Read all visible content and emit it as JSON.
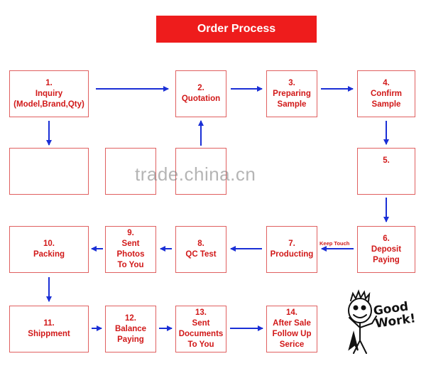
{
  "title": "Order Process",
  "steps": {
    "s1": "1.\nInquiry\n(Model,Brand,Qty)",
    "s2": "2.\nQuotation",
    "s3": "3.\nPreparing\nSample",
    "s4": "4.\nConfirm\nSample",
    "s5": "5.",
    "s6": "6.\nDeposit\nPaying",
    "s7": "7.\nProducting",
    "s8": "8.\nQC Test",
    "s9": "9.\nSent\nPhotos\nTo You",
    "s10": "10.\nPacking",
    "s11": "11.\nShippment",
    "s12": "12.\nBalance\nPaying",
    "s13": "13.\nSent\nDocuments\nTo You",
    "s14": "14.\nAfter Sale\nFollow Up\nSerice"
  },
  "keep_touch": "Keep Touch",
  "watermark": "trade.china.cn",
  "good_work": "Good\nWork!",
  "colors": {
    "title_bg": "#ee1c1c",
    "step_text": "#d11818",
    "step_border": "#e06060",
    "arrow": "#1a2fd6"
  }
}
